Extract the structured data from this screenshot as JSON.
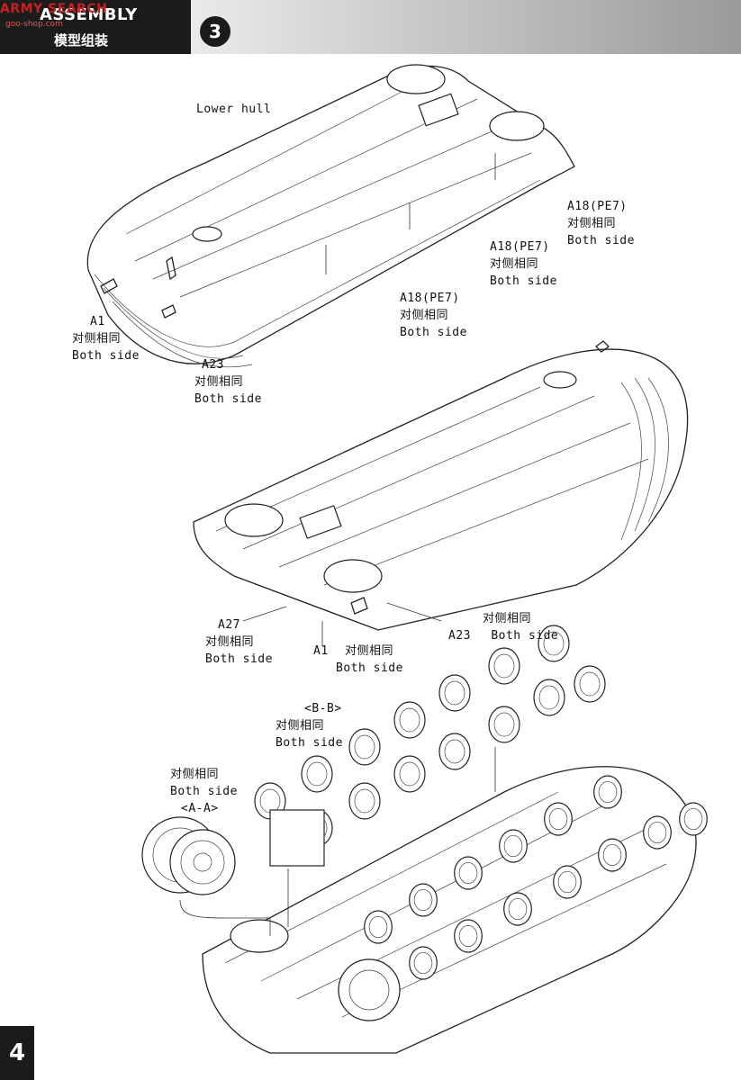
{
  "header": {
    "title_en": "ASSEMBLY",
    "title_cn": "模型组装",
    "step_number": "3",
    "watermark": "ARMY SEARCH",
    "watermark_url": "goo-shop.com"
  },
  "page_number": "4",
  "labels": {
    "lower_hull": "Lower hull",
    "a1_top": {
      "part": "A1",
      "cn": "对侧相同",
      "en": "Both side"
    },
    "a23_top": {
      "part": "A23",
      "cn": "对侧相同",
      "en": "Both side"
    },
    "a18_1": {
      "part": "A18(PE7)",
      "cn": "对侧相同",
      "en": "Both side"
    },
    "a18_2": {
      "part": "A18(PE7)",
      "cn": "对侧相同",
      "en": "Both side"
    },
    "a18_3": {
      "part": "A18(PE7)",
      "cn": "对侧相同",
      "en": "Both side"
    },
    "a27": {
      "part": "A27",
      "cn": "对侧相同",
      "en": "Both side"
    },
    "a1_mid": {
      "part": "A1",
      "cn": "对侧相同",
      "en": "Both side"
    },
    "a23_mid": {
      "part": "A23",
      "cn": "对侧相同",
      "en": "Both side"
    },
    "bb": {
      "part": "<B-B>",
      "cn": "对侧相同",
      "en": "Both side"
    },
    "aa": {
      "part": "<A-A>",
      "cn": "对侧相同",
      "en": "Both side"
    }
  }
}
